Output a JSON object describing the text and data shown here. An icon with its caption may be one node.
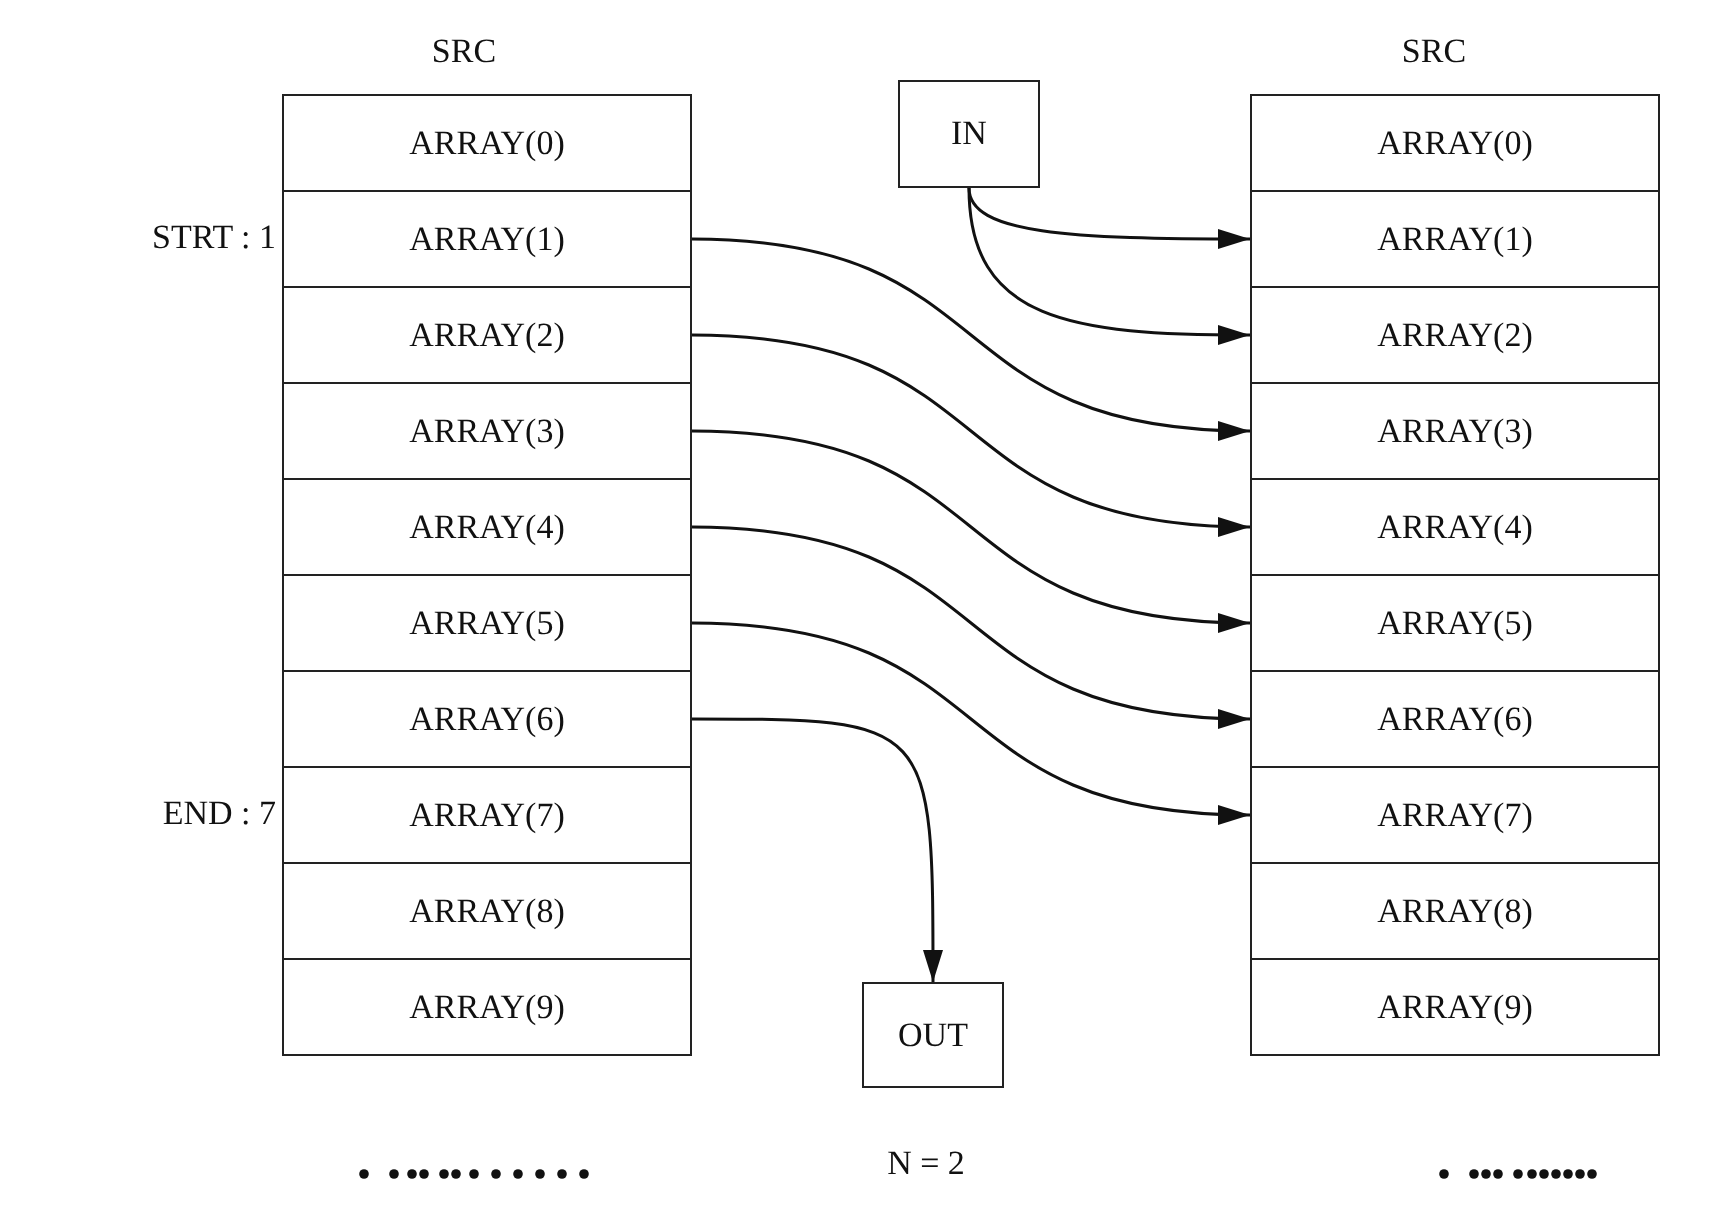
{
  "diagram": {
    "nodes": [
      {
        "text": [
          "ARRAY(0)"
        ]
      },
      {
        "text": [
          "ARRAY(1)"
        ],
        "beside": [
          "STRT : 1"
        ]
      },
      {
        "text": [
          "ARRAY(2)"
        ]
      },
      {
        "text": [
          "ARRAY(3)"
        ]
      },
      {
        "text": [
          "ARRAY(4)"
        ]
      },
      {
        "text": [
          "ARRAY(5)"
        ]
      },
      {
        "text": [
          "ARRAY(6)"
        ]
      },
      {
        "text": [
          "ARRAY(7)"
        ],
        "beside": [
          "END : 7"
        ]
      },
      {
        "text": [
          "ARRAY(8)"
        ]
      },
      {
        "text": [
          "ARRAY(9)"
        ]
      },
      {
        "text": [
          "ARRAY(0)"
        ]
      },
      {
        "text": [
          "ARRAY(1)"
        ]
      },
      {
        "text": [
          "ARRAY(2)"
        ]
      },
      {
        "text": [
          "ARRAY(3)"
        ]
      },
      {
        "text": [
          "ARRAY(4)"
        ]
      },
      {
        "text": [
          "ARRAY(5)"
        ]
      },
      {
        "text": [
          "ARRAY(6)"
        ]
      },
      {
        "text": [
          "ARRAY(7)"
        ]
      },
      {
        "text": [
          "ARRAY(8)"
        ]
      },
      {
        "text": [
          "ARRAY(9)"
        ]
      },
      {
        "text": [
          "IN"
        ]
      },
      {
        "text": [
          "OUT"
        ]
      }
    ],
    "edges": [
      {
        "from": 20,
        "to": 11,
        "arrow": "to"
      },
      {
        "from": 20,
        "to": 12,
        "arrow": "to"
      },
      {
        "from": 1,
        "to": 13,
        "arrow": "to"
      },
      {
        "from": 2,
        "to": 14,
        "arrow": "to"
      },
      {
        "from": 3,
        "to": 15,
        "arrow": "to"
      },
      {
        "from": 4,
        "to": 16,
        "arrow": "to"
      },
      {
        "from": 5,
        "to": 17,
        "arrow": "to"
      },
      {
        "from": 6,
        "to": 21,
        "arrow": "to"
      }
    ],
    "labels": [
      "SRC",
      "SRC",
      "N = 2"
    ]
  }
}
